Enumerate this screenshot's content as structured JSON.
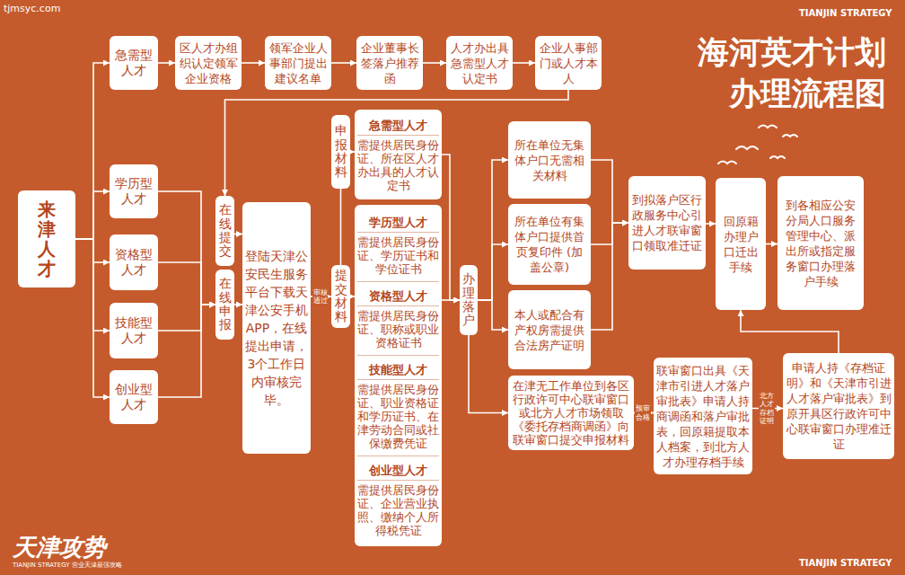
{
  "diagram": {
    "title": "海河英才计划 办理流程图",
    "nodes": [
      {
        "text": [
          "来津人才"
        ]
      },
      {
        "text": [
          "急需型人才"
        ]
      },
      {
        "text": [
          "区人才办组织认定领军企业资格"
        ]
      },
      {
        "text": [
          "领军企业人事部门提出建议名单"
        ]
      },
      {
        "text": [
          "企业董事长签落户推荐函"
        ]
      },
      {
        "text": [
          "人才办出具急需型人才认定书"
        ]
      },
      {
        "text": [
          "企业人事部门或人才本人"
        ]
      },
      {
        "text": [
          "学历型人才"
        ]
      },
      {
        "text": [
          "资格型人才"
        ]
      },
      {
        "text": [
          "技能型人才"
        ]
      },
      {
        "text": [
          "创业型人才"
        ]
      },
      {
        "text": [
          "在线提交"
        ]
      },
      {
        "text": [
          "在线申报"
        ]
      },
      {
        "text": [
          "登陆天津公安民生服务平台下载天津公安手机APP，在线提出申请，3个工作日内审核完毕。"
        ]
      },
      {
        "text": [
          "申报材料"
        ]
      },
      {
        "text": [
          "急需型人才",
          "需提供居民身份证、所在区人才办出具的人才认定书"
        ]
      },
      {
        "text": [
          "提交材料"
        ]
      },
      {
        "text": [
          "学历型人才",
          "需提供居民身份证、学历证书和学位证书",
          "资格型人才",
          "需提供居民身份证、职称或职业资格证书",
          "技能型人才",
          "需提供居民身份证、职业资格证和学历证书、在津劳动合同或社保缴费凭证",
          "创业型人才",
          "需提供居民身份证、企业营业执照、缴纳个人所得税凭证"
        ]
      },
      {
        "text": [
          "办理落户"
        ]
      },
      {
        "text": [
          "所在单位无集体户口无需相关材料"
        ]
      },
      {
        "text": [
          "所在单位有集体户口提供首页复印件 (加盖公章)"
        ]
      },
      {
        "text": [
          "本人或配合有产权房需提供合法房产证明"
        ]
      },
      {
        "text": [
          "到拟落户区行政服务中心引进人才联审窗口领取准迁证"
        ]
      },
      {
        "text": [
          "回原籍办理户口迁出手续"
        ]
      },
      {
        "text": [
          "到各相应公安分局人口服务管理中心、派出所或指定服务窗口办理落户手续"
        ]
      },
      {
        "text": [
          "在津无工作单位到各区行政许可中心联审窗口或北方人才市场领取《委托存档商调函》向联审窗口提交申报材料"
        ]
      },
      {
        "text": [
          "联审窗口出具《天津市引进人才落户审批表》申请人持商调函和落户审批表，回原籍提取本人档案，到北方人才办理存档手续"
        ]
      },
      {
        "text": [
          "申请人持《存档证明》和《天津市引进人才落户审批表》到原开具区行政许可中心联审窗口办理准迁证"
        ]
      }
    ],
    "edges": [
      {
        "from": 0,
        "to": 1,
        "arrow": "to"
      },
      {
        "from": 0,
        "to": 7,
        "arrow": "to"
      },
      {
        "from": 0,
        "to": 8,
        "arrow": "to"
      },
      {
        "from": 0,
        "to": 9,
        "arrow": "to"
      },
      {
        "from": 0,
        "to": 10,
        "arrow": "to"
      },
      {
        "from": 1,
        "to": 2,
        "arrow": "to"
      },
      {
        "from": 2,
        "to": 3,
        "arrow": "to"
      },
      {
        "from": 3,
        "to": 4,
        "arrow": "to"
      },
      {
        "from": 4,
        "to": 5,
        "arrow": "to"
      },
      {
        "from": 5,
        "to": 6,
        "arrow": "to"
      },
      {
        "from": 6,
        "to": 11,
        "arrow": "to"
      },
      {
        "from": 7,
        "to": 12,
        "arrow": "to"
      },
      {
        "from": 8,
        "to": 12,
        "arrow": "to"
      },
      {
        "from": 9,
        "to": 12,
        "arrow": "to"
      },
      {
        "from": 10,
        "to": 12,
        "arrow": "to"
      },
      {
        "from": 11,
        "to": 13,
        "arrow": "to"
      },
      {
        "from": 12,
        "to": 13,
        "arrow": "to"
      },
      {
        "from": 13,
        "to": 16,
        "label": "审核 通过",
        "arrow": "to"
      },
      {
        "from": 16,
        "to": 14,
        "arrow": "none"
      },
      {
        "from": 14,
        "to": 15,
        "arrow": "to"
      },
      {
        "from": 16,
        "to": 17,
        "arrow": "to"
      },
      {
        "from": 15,
        "to": 18,
        "arrow": "to"
      },
      {
        "from": 17,
        "to": 18,
        "arrow": "to"
      },
      {
        "from": 18,
        "to": 19,
        "arrow": "to"
      },
      {
        "from": 18,
        "to": 20,
        "arrow": "to"
      },
      {
        "from": 18,
        "to": 21,
        "arrow": "to"
      },
      {
        "from": 18,
        "to": 25,
        "arrow": "to"
      },
      {
        "from": 19,
        "to": 22,
        "arrow": "to"
      },
      {
        "from": 20,
        "to": 22,
        "arrow": "to"
      },
      {
        "from": 21,
        "to": 22,
        "arrow": "to"
      },
      {
        "from": 22,
        "to": 23,
        "arrow": "to"
      },
      {
        "from": 23,
        "to": 24,
        "arrow": "to"
      },
      {
        "from": 25,
        "to": 26,
        "label": "预审 合格",
        "arrow": "to"
      },
      {
        "from": 26,
        "to": 27,
        "label": "北方人才 存档证明",
        "arrow": "to"
      },
      {
        "from": 27,
        "to": 23,
        "arrow": "to"
      }
    ],
    "labels": [
      "tjmsyc.com",
      "TIANJIN STRATEGY",
      "天津攻势",
      "TIANJIN STRATEGY 营业天津最强攻略",
      "TIANJIN STRATEGY"
    ]
  }
}
